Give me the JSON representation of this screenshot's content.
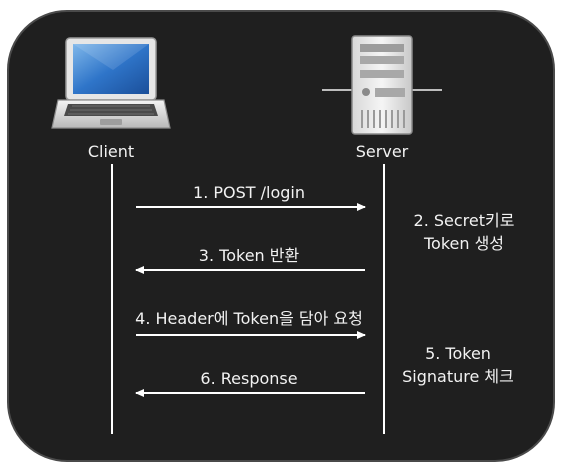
{
  "actors": {
    "client": {
      "label": "Client",
      "icon": "laptop-icon"
    },
    "server": {
      "label": "Server",
      "icon": "server-icon"
    }
  },
  "messages": [
    {
      "label": "1. POST /login",
      "direction": "client-to-server"
    },
    {
      "label": "3. Token 반환",
      "direction": "server-to-client"
    },
    {
      "label": "4. Header에 Token을 담아 요청",
      "direction": "client-to-server"
    },
    {
      "label": "6. Response",
      "direction": "server-to-client"
    }
  ],
  "server_notes": [
    {
      "line1": "2. Secret키로",
      "line2": "Token 생성"
    },
    {
      "line1": "5. Token",
      "line2": "Signature 체크"
    }
  ],
  "colors": {
    "background": "#1f1f1f",
    "border": "#4a4a4a",
    "line": "#ffffff",
    "text": "#f2f2f2"
  }
}
